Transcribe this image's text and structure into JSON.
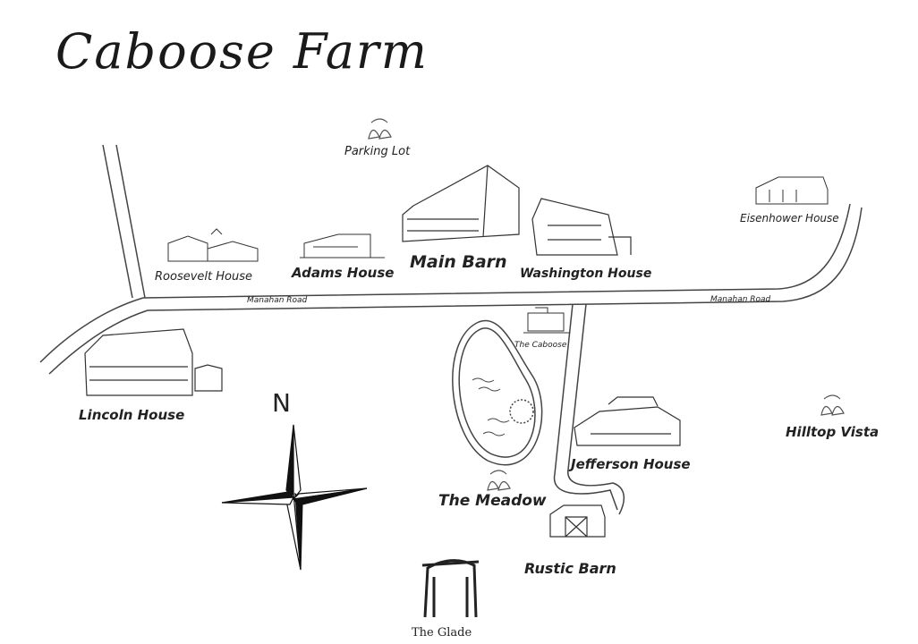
{
  "title": "Caboose Farm",
  "compass": {
    "north_label": "N"
  },
  "roads": [
    {
      "label": "Manahan Road"
    },
    {
      "label": "Manahan Road"
    }
  ],
  "locations": {
    "parking_lot": "Parking Lot",
    "eisenhower": "Eisenhower House",
    "roosevelt": "Roosevelt House",
    "adams": "Adams House",
    "main_barn": "Main Barn",
    "washington": "Washington House",
    "caboose": "The Caboose",
    "lincoln": "Lincoln House",
    "hilltop": "Hilltop Vista",
    "jefferson": "Jefferson House",
    "meadow": "The Meadow",
    "rustic_barn": "Rustic Barn",
    "glade": "The Glade"
  }
}
